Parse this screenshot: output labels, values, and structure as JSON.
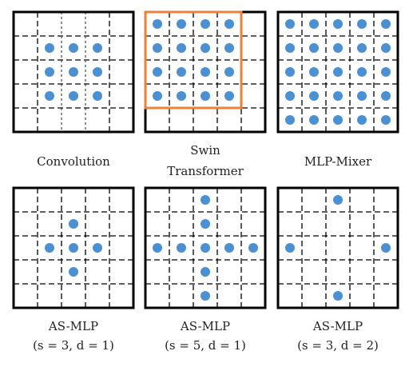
{
  "colors": {
    "border": "#000000",
    "dot": "#4a90d2",
    "highlight": "#e9823a",
    "text": "#222222"
  },
  "panels": [
    {
      "id": "convolution",
      "caption": [
        "Convolution"
      ],
      "dots": [
        [
          1,
          1
        ],
        [
          1,
          2
        ],
        [
          1,
          3
        ],
        [
          2,
          1
        ],
        [
          2,
          2
        ],
        [
          2,
          3
        ],
        [
          3,
          1
        ],
        [
          3,
          2
        ],
        [
          3,
          3
        ]
      ],
      "highlight": null
    },
    {
      "id": "swin-transformer",
      "caption": [
        "Swin",
        "Transformer"
      ],
      "dots": [
        [
          0,
          0
        ],
        [
          0,
          1
        ],
        [
          0,
          2
        ],
        [
          0,
          3
        ],
        [
          1,
          0
        ],
        [
          1,
          1
        ],
        [
          1,
          2
        ],
        [
          1,
          3
        ],
        [
          2,
          0
        ],
        [
          2,
          1
        ],
        [
          2,
          2
        ],
        [
          2,
          3
        ],
        [
          3,
          0
        ],
        [
          3,
          1
        ],
        [
          3,
          2
        ],
        [
          3,
          3
        ]
      ],
      "highlight": {
        "row": 0,
        "col": 0,
        "rows": 4,
        "cols": 4
      }
    },
    {
      "id": "mlp-mixer",
      "caption": [
        "MLP-Mixer"
      ],
      "dots": [
        [
          0,
          0
        ],
        [
          0,
          1
        ],
        [
          0,
          2
        ],
        [
          0,
          3
        ],
        [
          0,
          4
        ],
        [
          1,
          0
        ],
        [
          1,
          1
        ],
        [
          1,
          2
        ],
        [
          1,
          3
        ],
        [
          1,
          4
        ],
        [
          2,
          0
        ],
        [
          2,
          1
        ],
        [
          2,
          2
        ],
        [
          2,
          3
        ],
        [
          2,
          4
        ],
        [
          3,
          0
        ],
        [
          3,
          1
        ],
        [
          3,
          2
        ],
        [
          3,
          3
        ],
        [
          3,
          4
        ],
        [
          4,
          0
        ],
        [
          4,
          1
        ],
        [
          4,
          2
        ],
        [
          4,
          3
        ],
        [
          4,
          4
        ]
      ],
      "highlight": null
    },
    {
      "id": "as-mlp-s3-d1",
      "caption": [
        "AS-MLP",
        "(s = 3, d = 1)"
      ],
      "dots": [
        [
          1,
          2
        ],
        [
          2,
          1
        ],
        [
          2,
          2
        ],
        [
          2,
          3
        ],
        [
          3,
          2
        ]
      ],
      "highlight": null
    },
    {
      "id": "as-mlp-s5-d1",
      "caption": [
        "AS-MLP",
        "(s = 5, d = 1)"
      ],
      "dots": [
        [
          0,
          2
        ],
        [
          1,
          2
        ],
        [
          2,
          0
        ],
        [
          2,
          1
        ],
        [
          2,
          2
        ],
        [
          2,
          3
        ],
        [
          2,
          4
        ],
        [
          3,
          2
        ],
        [
          4,
          2
        ]
      ],
      "highlight": null
    },
    {
      "id": "as-mlp-s3-d2",
      "caption": [
        "AS-MLP",
        "(s = 3, d = 2)"
      ],
      "dots": [
        [
          0,
          2
        ],
        [
          2,
          0
        ],
        [
          2,
          4
        ],
        [
          4,
          2
        ]
      ],
      "highlight": null
    }
  ]
}
